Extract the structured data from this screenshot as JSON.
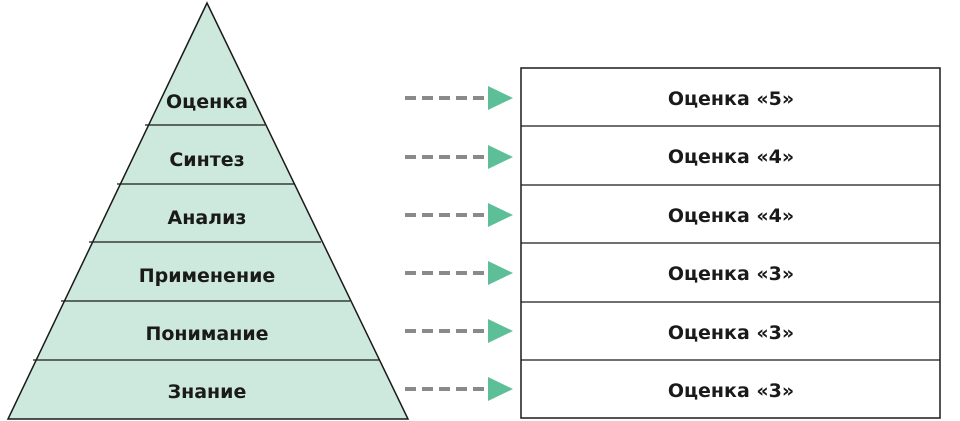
{
  "pyramid": {
    "fill_color": "#cde8dc",
    "stroke_color": "#1a1a1a",
    "levels": [
      {
        "label": "Оценка"
      },
      {
        "label": "Синтез"
      },
      {
        "label": "Анализ"
      },
      {
        "label": "Применение"
      },
      {
        "label": "Понимание"
      },
      {
        "label": "Знание"
      }
    ]
  },
  "arrows": {
    "dash_color": "#8a8a8a",
    "head_color": "#5cbf98"
  },
  "grades": {
    "items": [
      {
        "label": "Оценка «5»"
      },
      {
        "label": "Оценка «4»"
      },
      {
        "label": "Оценка «4»"
      },
      {
        "label": "Оценка «3»"
      },
      {
        "label": "Оценка «3»"
      },
      {
        "label": "Оценка «3»"
      }
    ]
  }
}
